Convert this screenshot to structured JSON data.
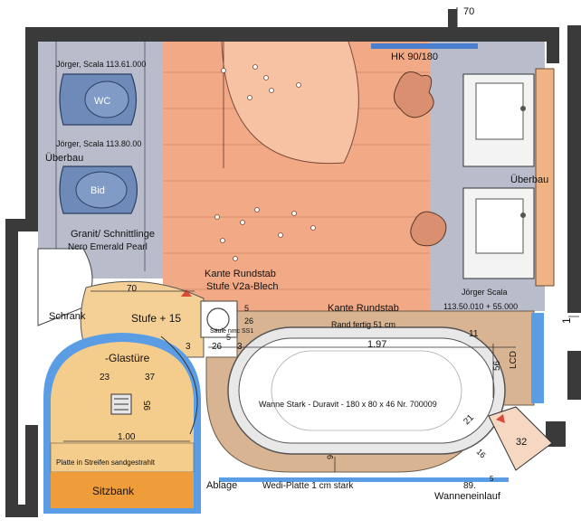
{
  "plan": {
    "labels": {
      "top_dim": "70",
      "wc_spec": "Jörger, Scala 113.61.000",
      "wc": "WC",
      "bid_spec": "Jörger, Scala 113.80.00",
      "ueberbau_left": "Überbau",
      "bid": "Bid",
      "granit": "Granit/ Schnittlinge",
      "nero": "Nero Emerald Pearl",
      "hk": "HK 90/180",
      "ueberbau_right": "Überbau",
      "kante_rundstab_1": "Kante Rundstab",
      "stufe_v2a": "Stufe V2a-Blech",
      "dim_70": "70",
      "kante_rundstab_2": "Kante Rundstab",
      "joerger_scala": "Jörger Scala",
      "scala_nr": "113.50.010 + 55.000",
      "schrank": "Schrank",
      "stufe_15": "Stufe + 15",
      "saeule": "Säule nmc SS1",
      "dim_5a": "5",
      "dim_26v": "26",
      "dim_5b": "5",
      "dim_3a": "3",
      "dim_26h": "26",
      "dim_3b": "3",
      "rand": "Rand fertig 51 cm",
      "dim_197": "1.97",
      "dim_11": "11",
      "dim_56": "56",
      "lcd": "LCD",
      "glastuere": "-Glastüre",
      "dim_23": "23",
      "dim_37": "37",
      "dim_95": "95",
      "wanne": "Wanne Stark - Duravit - 180 x 80 x 46 Nr. 700009",
      "dim_21": "21",
      "dim_100": "1.00",
      "dim_32": "32",
      "dim_16": "16",
      "dim_9": "9",
      "platte": "Platte in Streifen sandgestrahlt",
      "sitzbank": "Sitzbank",
      "ablage": "Ablage",
      "wedi": "Wedi-Platte 1 cm stark",
      "dim_89": "89.",
      "dim_89_sup": "5",
      "wanneneinlauf": "Wanneneinlauf",
      "dim_1": "1"
    }
  }
}
